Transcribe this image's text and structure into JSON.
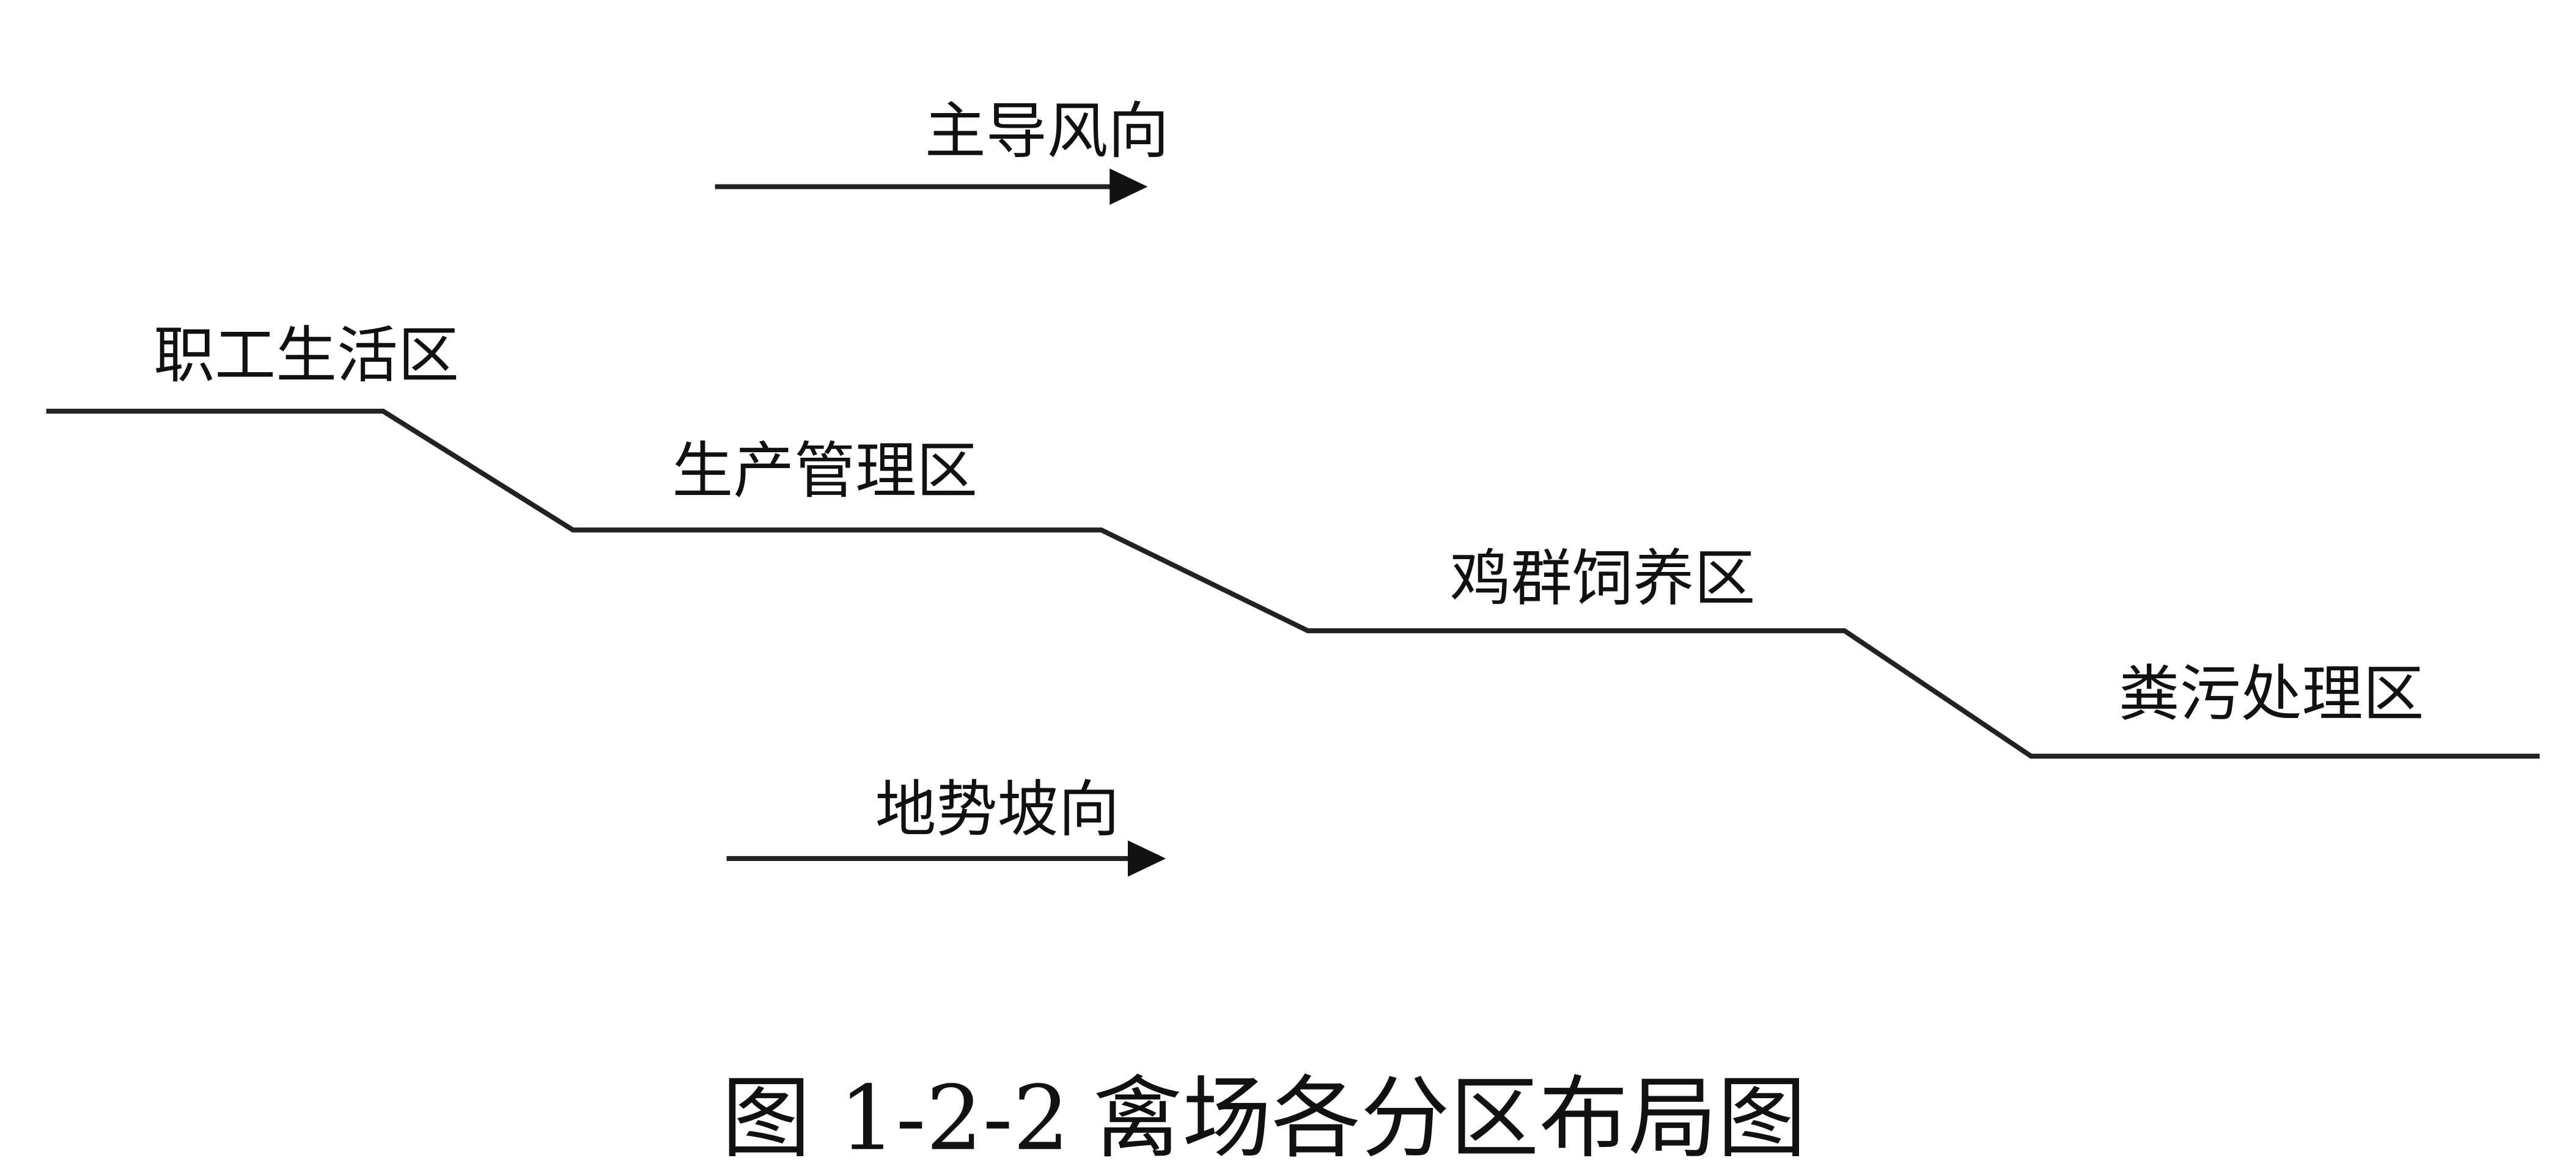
{
  "labels": {
    "wind_direction": "主导风向",
    "slope_direction": "地势坡向",
    "zone_staff_living": "职工生活区",
    "zone_production_management": "生产管理区",
    "zone_poultry_rearing": "鸡群饲养区",
    "zone_manure_treatment": "粪污处理区"
  },
  "caption": {
    "number": "图 1-2-2",
    "title": "禽场各分区布局图"
  }
}
